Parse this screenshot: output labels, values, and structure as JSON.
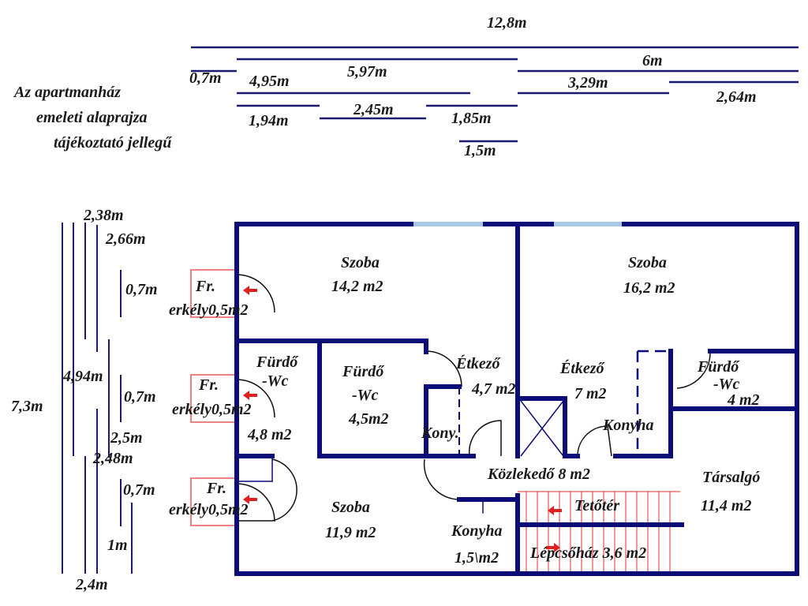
{
  "colors": {
    "wall": "#0c0c78",
    "dim_line": "#1a1a6e",
    "balcony": "#e03030",
    "window": "#a8c8e8",
    "stair": "#e03030"
  },
  "caption": [
    "Az apartmanház",
    "emeleti alaprajza",
    "tájékoztató jellegű"
  ],
  "top_dimensions": [
    "12,8m",
    "6m",
    "0,7m",
    "4,95m",
    "5,97m",
    "3,29m",
    "2,64m",
    "1,94m",
    "2,45m",
    "1,85m",
    "1,5m"
  ],
  "left_dimensions": [
    "2,38m",
    "2,66m",
    "0,7m",
    "4,94m",
    "7,3m",
    "0,7m",
    "2,5m",
    "2,48m",
    "0,7m",
    "1m",
    "2,4m"
  ],
  "balconies": [
    {
      "line1": "Fr.",
      "line2": "erkély0,5m2"
    },
    {
      "line1": "Fr.",
      "line2": "erkély0,5m2"
    },
    {
      "line1": "Fr.",
      "line2": "erkély0,5m2"
    }
  ],
  "rooms": {
    "szoba1": {
      "name": "Szoba",
      "area": "14,2 m2"
    },
    "szoba2": {
      "name": "Szoba",
      "area": "16,2 m2"
    },
    "furdo1": {
      "name": "Fürdő",
      "name2": "-Wc",
      "area": "4,8 m2"
    },
    "furdo2": {
      "name": "Fürdő",
      "name2": "-Wc",
      "area": "4,5m2"
    },
    "etkezo1": {
      "name": "Étkező",
      "area": "4,7 m2"
    },
    "etkezo2": {
      "name": "Étkező",
      "area": "7 m2"
    },
    "furdo3": {
      "name": "Fürdő",
      "name2": "-Wc",
      "area": "4 m2"
    },
    "kony": {
      "name": "Kony."
    },
    "konyha1": {
      "name": "Konyha"
    },
    "kozlekedo": {
      "name": "Közlekedő 8 m2"
    },
    "tarsalgo": {
      "name": "Társalgó",
      "area": "11,4 m2"
    },
    "szoba3": {
      "name": "Szoba",
      "area": "11,9 m2"
    },
    "konyha2": {
      "name": "Konyha",
      "area": "1,5\\m2"
    },
    "tetoter": {
      "name": "Tetőtér"
    },
    "lepcsohaz": {
      "name": "Lépcsőház 3,6 m2"
    }
  }
}
